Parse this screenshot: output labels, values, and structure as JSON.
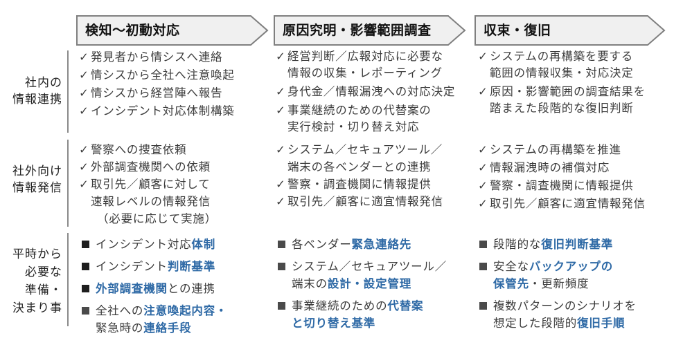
{
  "columns": [
    {
      "title": "検知〜初動対応"
    },
    {
      "title": "原因究明・影響範囲調査"
    },
    {
      "title": "収束・復旧"
    }
  ],
  "rows": [
    {
      "label_lines": [
        "社内の",
        "情報連携"
      ]
    },
    {
      "label_lines": [
        "社外向け",
        "情報発信"
      ]
    },
    {
      "label_lines": [
        "平時から",
        "必要な",
        "準備・",
        "決まり事"
      ]
    }
  ],
  "cells": {
    "internal": {
      "col1": [
        {
          "lines": [
            "発見者から情シスへ連絡"
          ]
        },
        {
          "lines": [
            "情シスから全社へ注意喚起"
          ]
        },
        {
          "lines": [
            "情シスから経営陣へ報告"
          ]
        },
        {
          "lines": [
            "インシデント対応体制構築"
          ]
        }
      ],
      "col2": [
        {
          "lines": [
            "経営判断／広報対応に必要な",
            "情報の収集・レポーティング"
          ]
        },
        {
          "lines": [
            "身代金／情報漏洩への対応決定"
          ]
        },
        {
          "lines": [
            "事業継続のための代替案の",
            "実行検討・切り替え対応"
          ]
        }
      ],
      "col3": [
        {
          "lines": [
            "システムの再構築を要する",
            "範囲の情報収集・対応決定"
          ]
        },
        {
          "lines": [
            "原因・影響範囲の調査結果を",
            "踏まえた段階的な復旧判断"
          ]
        }
      ]
    },
    "external": {
      "col1": [
        {
          "lines": [
            "警察への捜査依頼"
          ]
        },
        {
          "lines": [
            "外部調査機関への依頼"
          ]
        },
        {
          "lines": [
            "取引先／顧客に対して",
            "速報レベルの情報発信",
            "（必要に応じて実施）"
          ]
        }
      ],
      "col2": [
        {
          "lines": [
            "システム／セキュアツール／",
            "端末の各ベンダーとの連携"
          ]
        },
        {
          "lines": [
            "警察・調査機関に情報提供"
          ]
        },
        {
          "lines": [
            "取引先／顧客に適宜情報発信"
          ]
        }
      ],
      "col3": [
        {
          "lines": [
            "システムの再構築を推進"
          ]
        },
        {
          "lines": [
            "情報漏洩時の補償対応"
          ]
        },
        {
          "lines": [
            "警察・調査機関に情報提供"
          ]
        },
        {
          "lines": [
            "取引先／顧客に適宜情報発信"
          ]
        }
      ]
    },
    "preparation": {
      "col1": [
        {
          "segments": [
            {
              "t": "インシデント対応",
              "hl": false
            },
            {
              "t": "体制",
              "hl": true
            }
          ]
        },
        {
          "segments": [
            {
              "t": "インシデント",
              "hl": false
            },
            {
              "t": "判断基準",
              "hl": true
            }
          ]
        },
        {
          "segments": [
            {
              "t": "外部調査機関",
              "hl": true
            },
            {
              "t": "との連携",
              "hl": false
            }
          ]
        },
        {
          "segments": [
            {
              "t": "全社への",
              "hl": false
            },
            {
              "t": "注意喚起内容・",
              "hl": true
            }
          ],
          "line2": [
            {
              "t": "緊急時の",
              "hl": false
            },
            {
              "t": "連絡手段",
              "hl": true
            }
          ]
        }
      ],
      "col2": [
        {
          "segments": [
            {
              "t": "各ベンダー",
              "hl": false
            },
            {
              "t": "緊急連絡先",
              "hl": true
            }
          ]
        },
        {
          "segments": [
            {
              "t": "システム／セキュアツール／",
              "hl": false
            }
          ],
          "line2": [
            {
              "t": "端末の",
              "hl": false
            },
            {
              "t": "設計・設定管理",
              "hl": true
            }
          ]
        },
        {
          "segments": [
            {
              "t": "事業継続のための",
              "hl": false
            },
            {
              "t": "代替案",
              "hl": true
            }
          ],
          "line2": [
            {
              "t": "と切り替え基準",
              "hl": true
            }
          ]
        }
      ],
      "col3": [
        {
          "segments": [
            {
              "t": "段階的な",
              "hl": false
            },
            {
              "t": "復旧判断基準",
              "hl": true
            }
          ]
        },
        {
          "segments": [
            {
              "t": "安全な",
              "hl": false
            },
            {
              "t": "バックアップの",
              "hl": true
            }
          ],
          "line2": [
            {
              "t": "保管先",
              "hl": true
            },
            {
              "t": "・更新頻度",
              "hl": false
            }
          ]
        },
        {
          "segments": [
            {
              "t": "複数パターンのシナリオを",
              "hl": false
            }
          ],
          "line2": [
            {
              "t": "想定した段階的",
              "hl": false
            },
            {
              "t": "復旧手順",
              "hl": true
            }
          ]
        }
      ]
    }
  },
  "marks": {
    "check": "✓",
    "square": "■"
  },
  "colors": {
    "highlight": "#2f6aa6",
    "header_fill": "#f0f0f0",
    "header_border": "#7f7f7f",
    "separator": "#8a8a8a",
    "text": "#3c3c3c"
  }
}
